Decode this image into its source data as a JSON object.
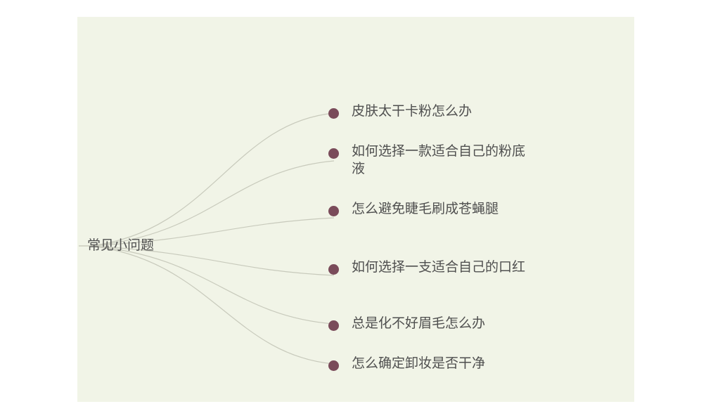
{
  "mindmap": {
    "root": "常见小问题",
    "branches": [
      {
        "label": "皮肤太干卡粉怎么办"
      },
      {
        "label": "如何选择一款适合自己的粉底液"
      },
      {
        "label": "怎么避免睫毛刷成苍蝇腿"
      },
      {
        "label": "如何选择一支适合自己的口红"
      },
      {
        "label": "总是化不好眉毛怎么办"
      },
      {
        "label": "怎么确定卸妆是否干净"
      }
    ]
  },
  "colors": {
    "background": "#f1f4e7",
    "connector": "#c8cabc",
    "node_dot": "#7a4b5a",
    "text": "#4f4f4f"
  }
}
